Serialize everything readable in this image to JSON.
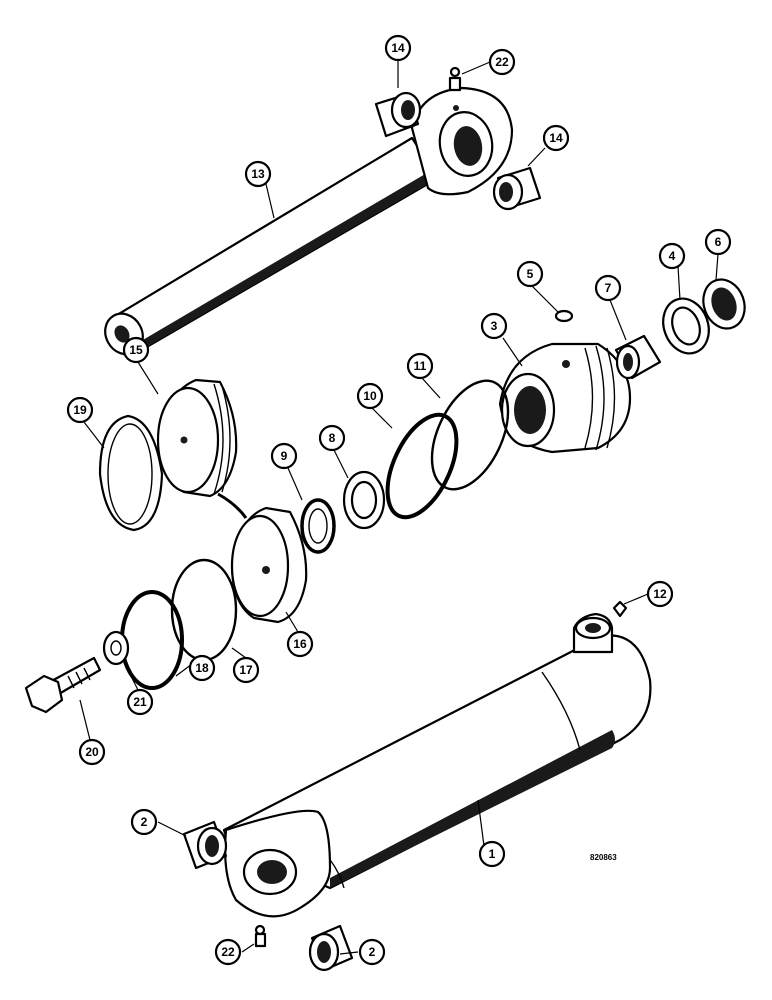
{
  "reference_number": "820863",
  "colors": {
    "ink": "#000000",
    "paper": "#ffffff"
  },
  "callouts": [
    {
      "id": "c14a",
      "label": "14"
    },
    {
      "id": "c22a",
      "label": "22"
    },
    {
      "id": "c14b",
      "label": "14"
    },
    {
      "id": "c13",
      "label": "13"
    },
    {
      "id": "c5",
      "label": "5"
    },
    {
      "id": "c6",
      "label": "6"
    },
    {
      "id": "c4",
      "label": "4"
    },
    {
      "id": "c7",
      "label": "7"
    },
    {
      "id": "c3",
      "label": "3"
    },
    {
      "id": "c11",
      "label": "11"
    },
    {
      "id": "c10",
      "label": "10"
    },
    {
      "id": "c15",
      "label": "15"
    },
    {
      "id": "c19",
      "label": "19"
    },
    {
      "id": "c9",
      "label": "9"
    },
    {
      "id": "c8",
      "label": "8"
    },
    {
      "id": "c12",
      "label": "12"
    },
    {
      "id": "c16",
      "label": "16"
    },
    {
      "id": "c17",
      "label": "17"
    },
    {
      "id": "c18",
      "label": "18"
    },
    {
      "id": "c21",
      "label": "21"
    },
    {
      "id": "c20",
      "label": "20"
    },
    {
      "id": "c1",
      "label": "1"
    },
    {
      "id": "c2a",
      "label": "2"
    },
    {
      "id": "c2b",
      "label": "2"
    },
    {
      "id": "c22b",
      "label": "22"
    }
  ]
}
